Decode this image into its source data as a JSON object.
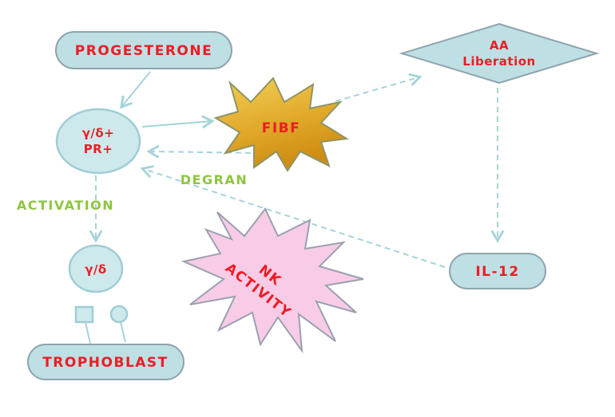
{
  "diagram": {
    "nodes": {
      "progesterone": {
        "label": "PROGESTERONE"
      },
      "gd_pr_cell": {
        "line1": "γ/δ+",
        "line2": "PR+"
      },
      "fibf": {
        "label": "FIBF"
      },
      "aa_liberation": {
        "line1": "AA",
        "line2": "Liberation"
      },
      "il12": {
        "label": "IL-12"
      },
      "gd_cell": {
        "label": "γ/δ"
      },
      "trophoblast": {
        "label": "TROPHOBLAST"
      },
      "nk_activity": {
        "line1": "NK",
        "line2": "ACTIVITY"
      }
    },
    "edge_labels": {
      "activation": "ACTIVATION",
      "degran": "DEGRAN"
    },
    "colors": {
      "node_fill": "#bee0e4",
      "node_stroke": "#8fa4ad",
      "cell_fill": "#cde9ec",
      "cell_stroke": "#9fcdd4",
      "text_red": "#ed1c24",
      "label_green": "#8dc63f",
      "arrow_blue": "#a5d3d9",
      "fibf_gold_light": "#f2cf58",
      "fibf_gold_dark": "#cf8d12",
      "fibf_stroke": "#8f9464",
      "nk_pink": "#f8cce6",
      "nk_stroke": "#9aa0b0",
      "background": "#ffffff"
    }
  }
}
